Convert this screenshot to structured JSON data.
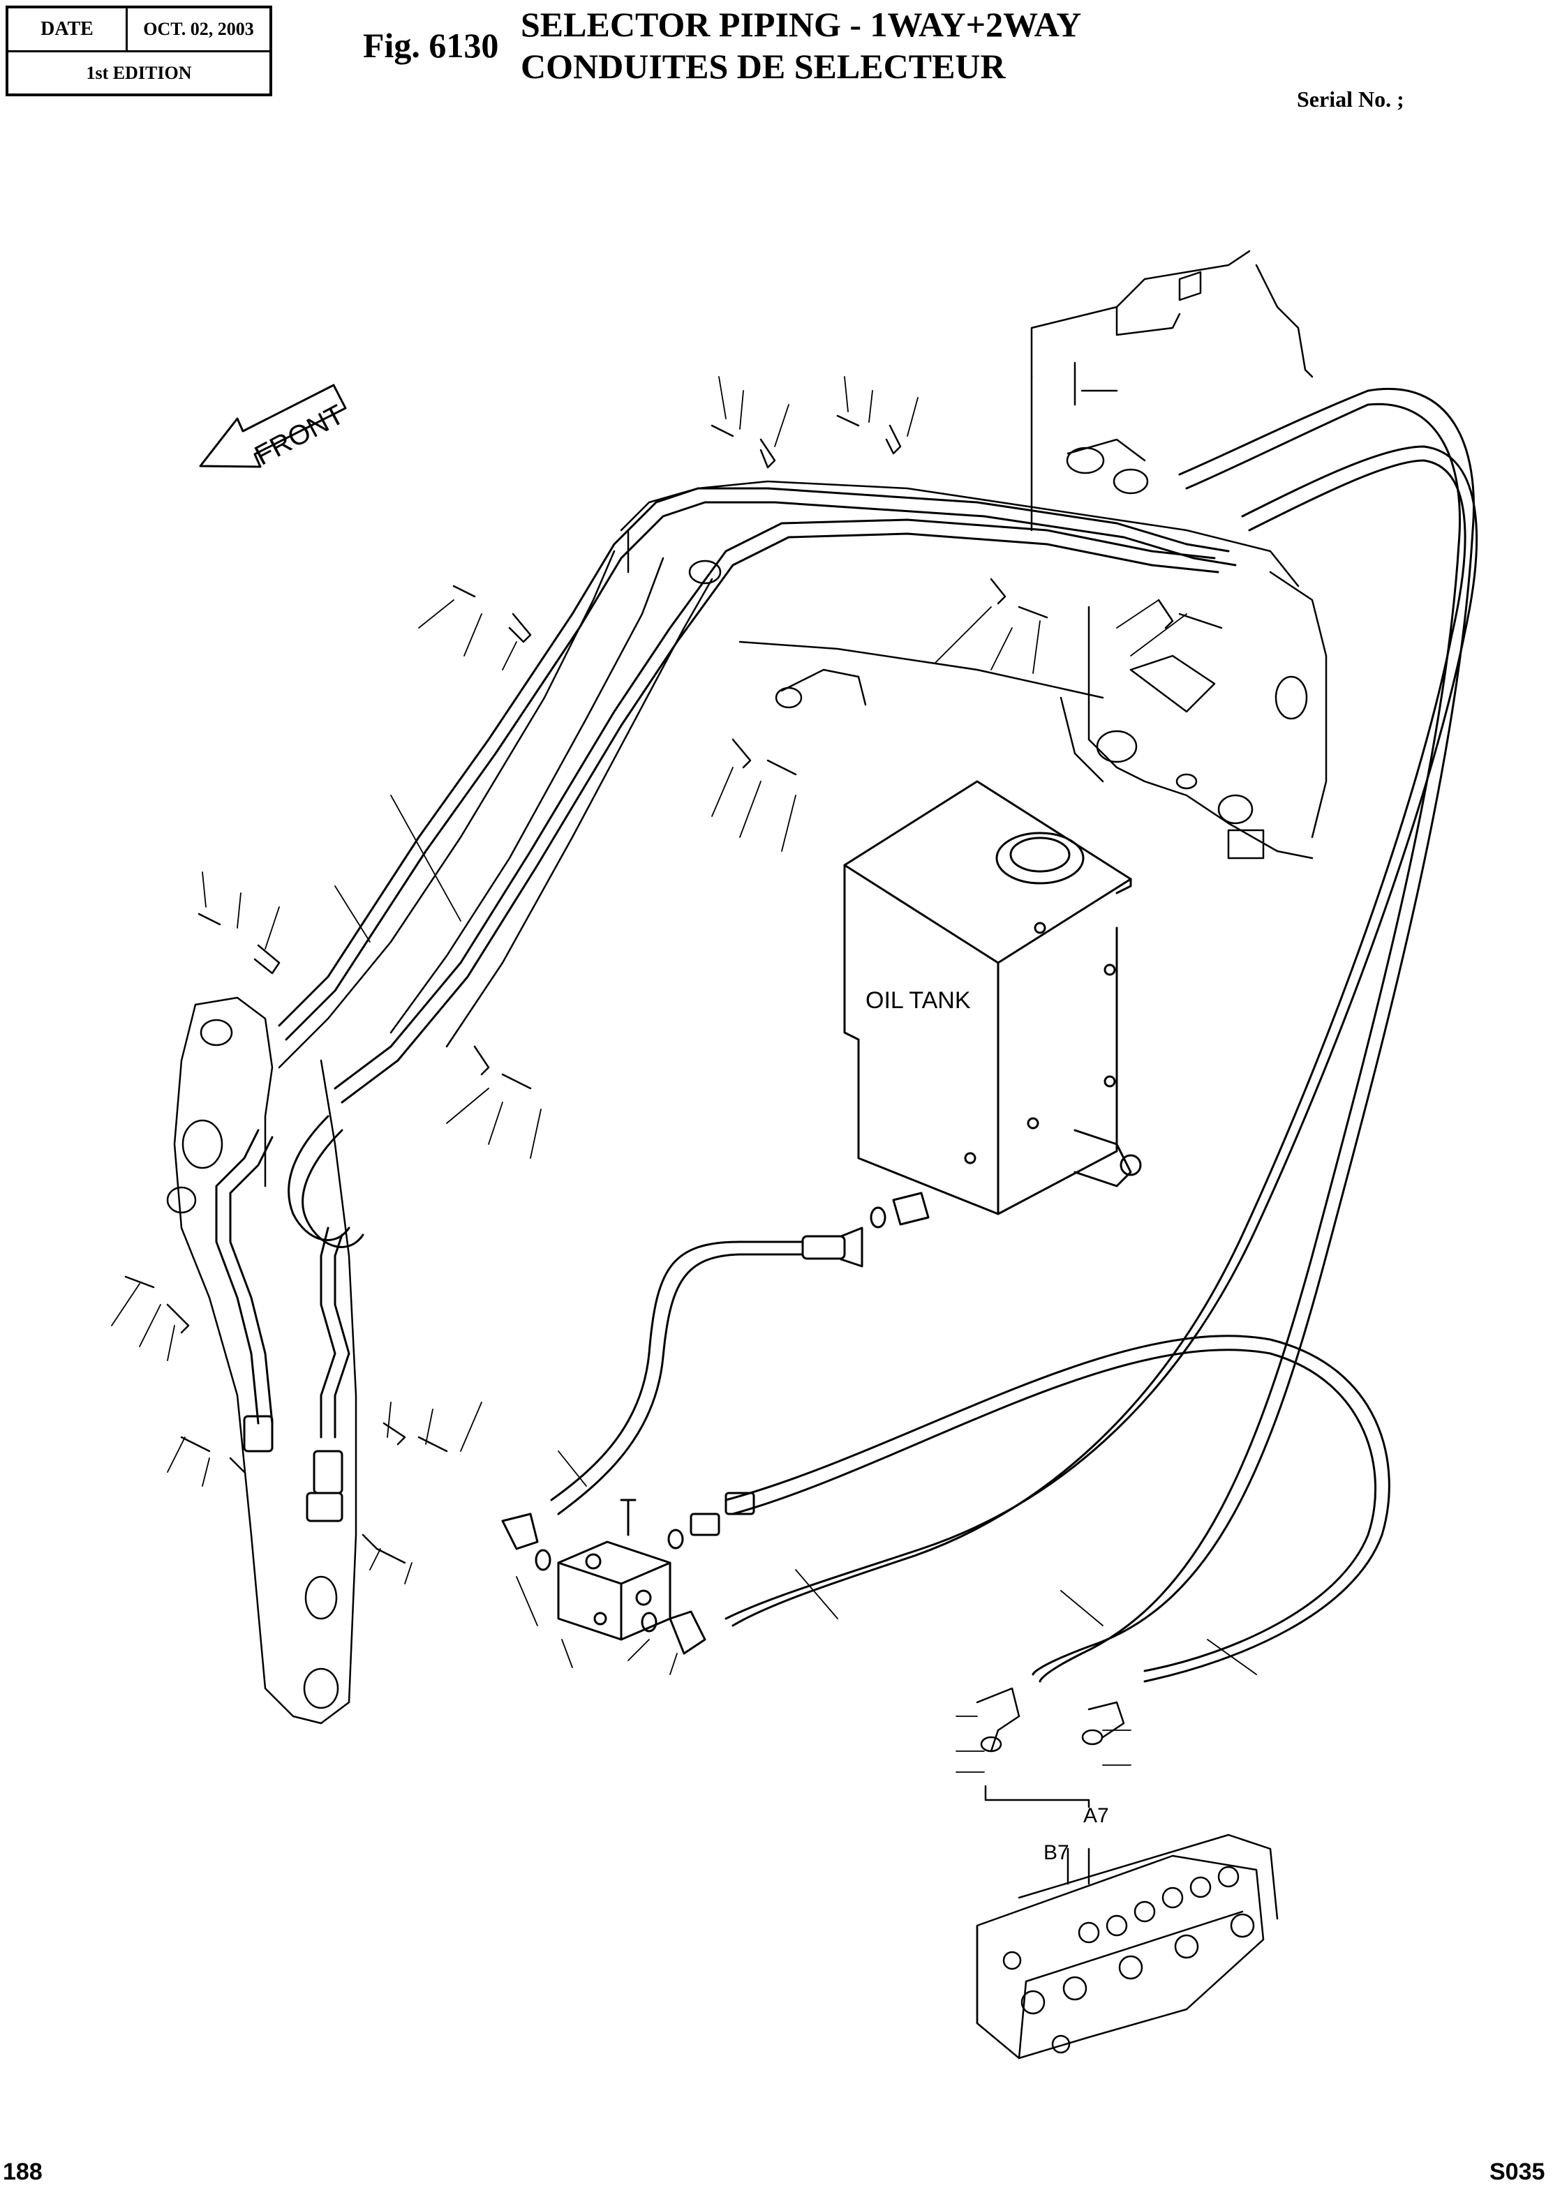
{
  "header": {
    "date_label": "DATE",
    "date_value": "OCT. 02, 2003",
    "edition": "1st EDITION"
  },
  "figure": {
    "number": "Fig. 6130",
    "title_en": "SELECTOR PIPING - 1WAY+2WAY",
    "title_fr": "CONDUITES DE SELECTEUR",
    "serial": "Serial No. ;"
  },
  "diagram": {
    "front_label": "FRONT",
    "oil_tank_label": "OIL TANK",
    "port_b7": "B7",
    "port_a7": "A7"
  },
  "footer": {
    "page_number": "188",
    "code": "S035"
  }
}
